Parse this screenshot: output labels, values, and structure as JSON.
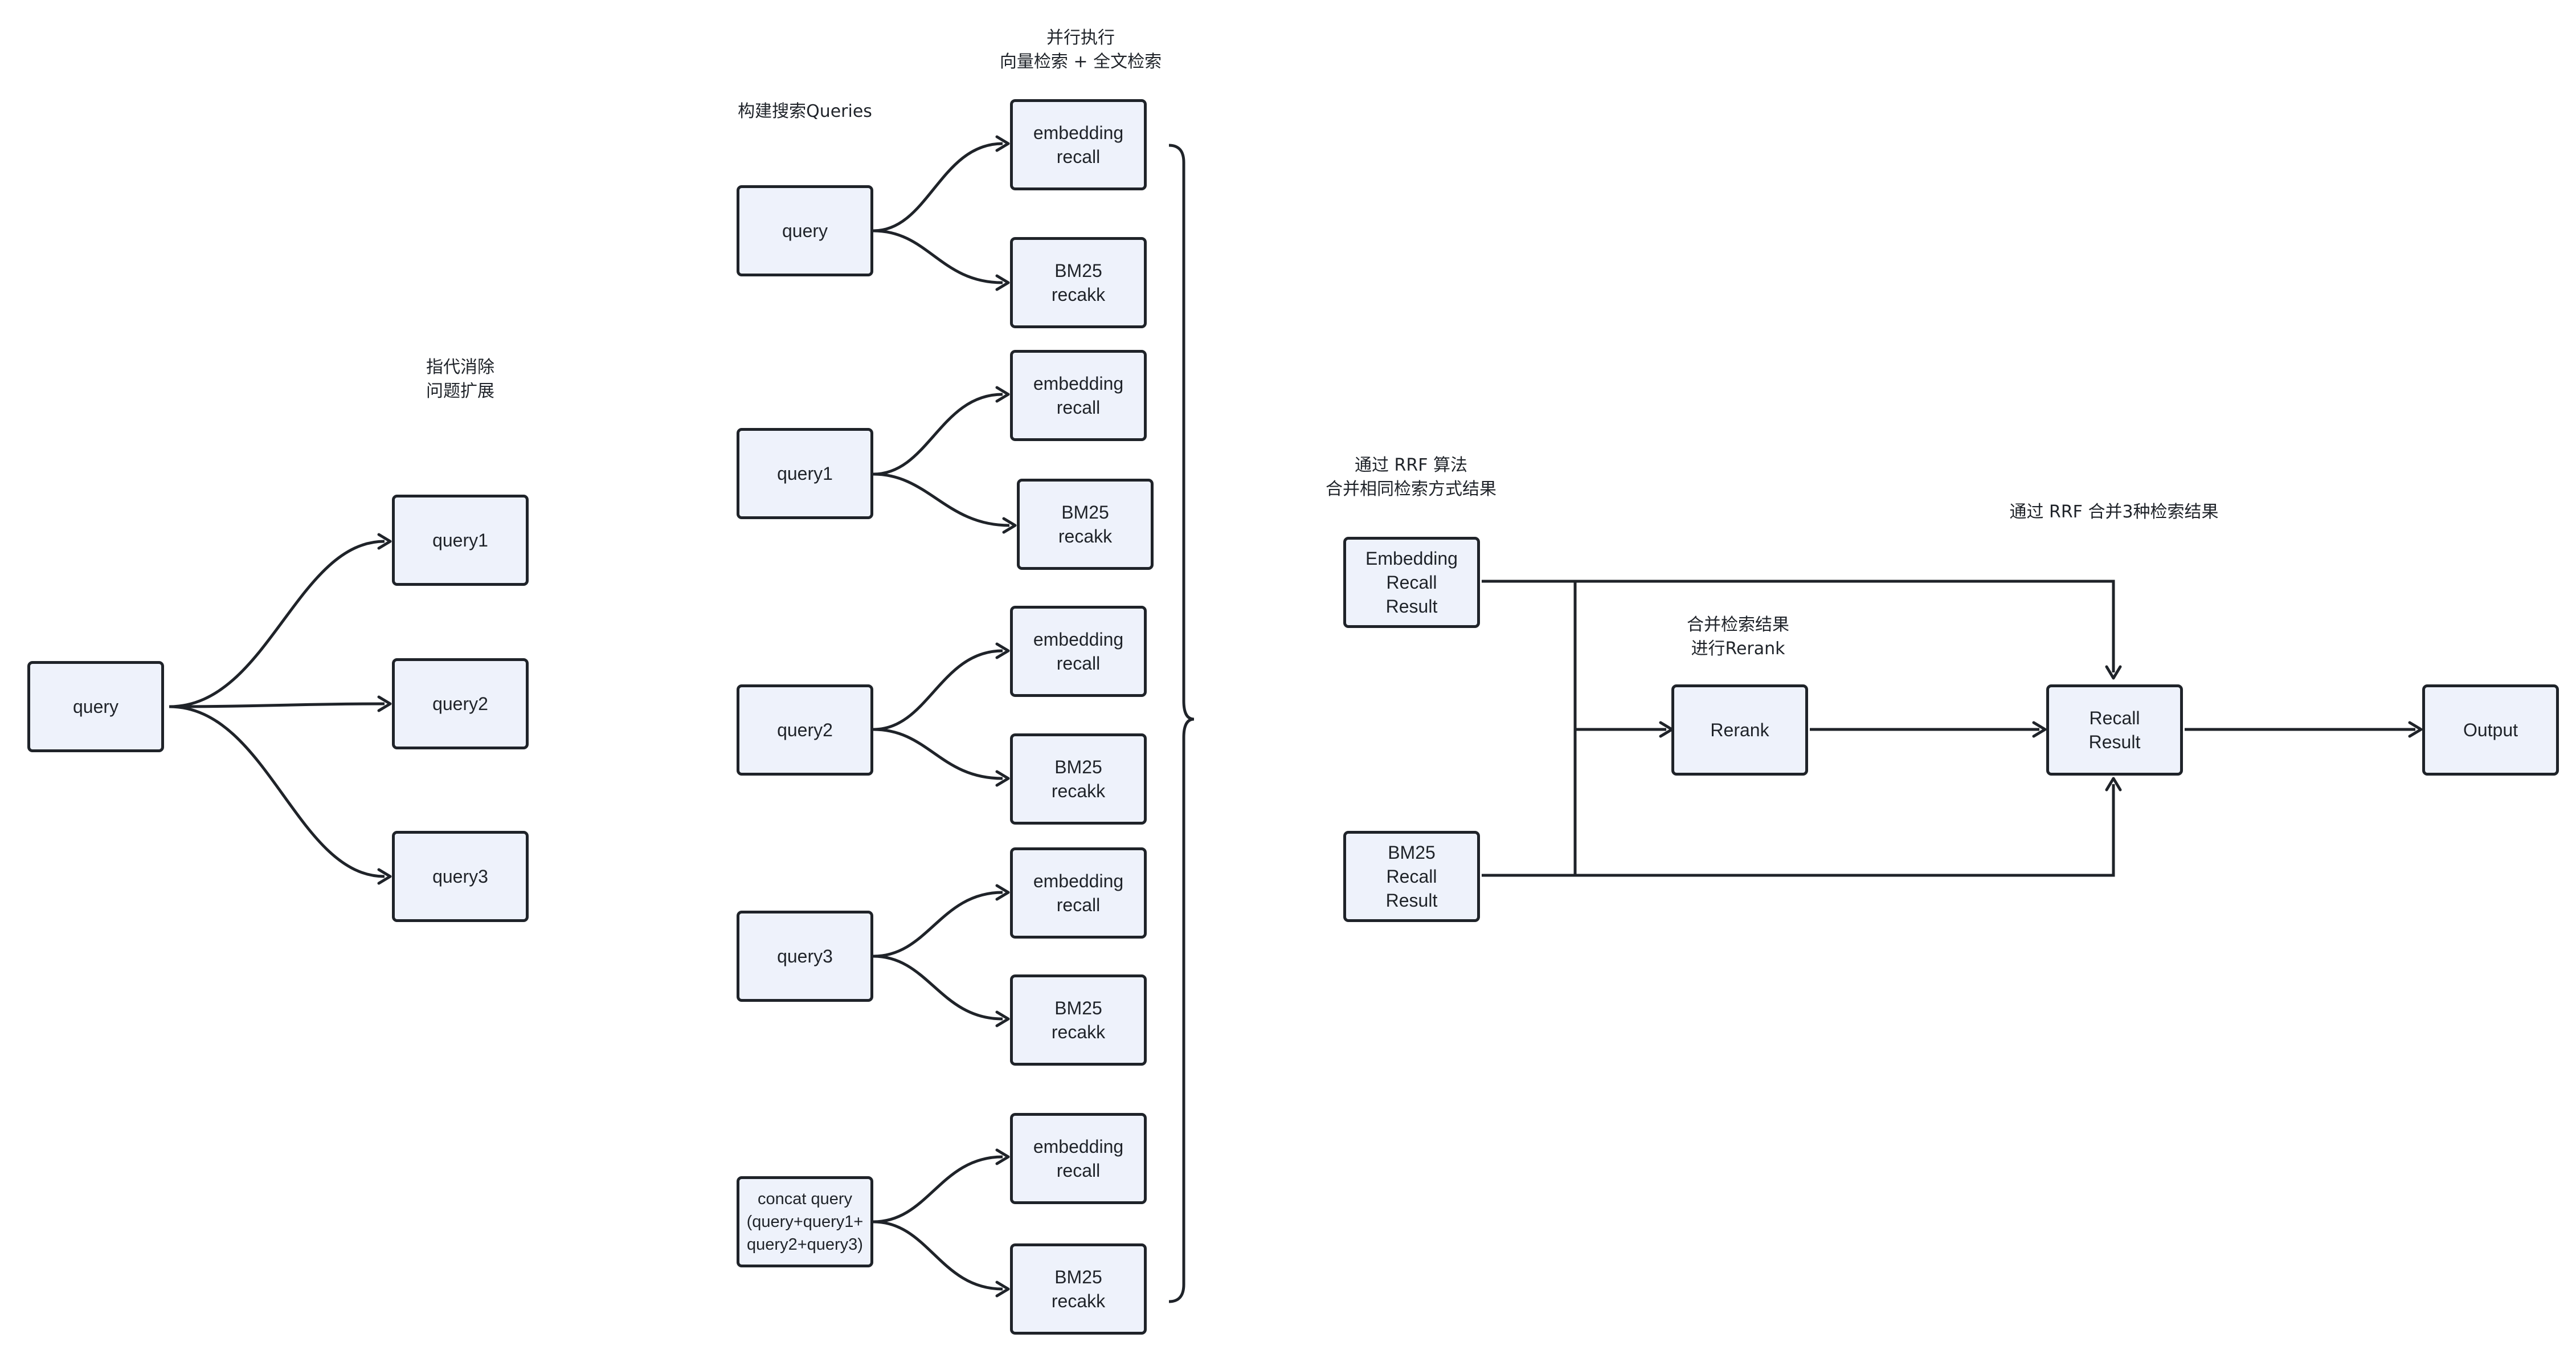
{
  "labels": {
    "coref": "指代消除\n问题扩展",
    "build": "构建搜索Queries",
    "parallel": "并行执行\n向量检索 + 全文检索",
    "rrf_same": "通过 RRF 算法\n合并相同检索方式结果",
    "merge_rerank": "合并检索结果\n进行Rerank",
    "rrf_three": "通过 RRF 合并3种检索结果"
  },
  "stage1": {
    "query": "query",
    "query1": "query1",
    "query2": "query2",
    "query3": "query3"
  },
  "stage2": {
    "groups": [
      {
        "query": "query",
        "embedding": "embedding\nrecall",
        "bm25": "BM25\nrecakk"
      },
      {
        "query": "query1",
        "embedding": "embedding\nrecall",
        "bm25": "BM25\nrecakk"
      },
      {
        "query": "query2",
        "embedding": "embedding\nrecall",
        "bm25": "BM25\nrecakk"
      },
      {
        "query": "query3",
        "embedding": "embedding\nrecall",
        "bm25": "BM25\nrecakk"
      },
      {
        "query": "concat query\n(query+query1+\nquery2+query3)",
        "embedding": "embedding\nrecall",
        "bm25": "BM25\nrecakk"
      }
    ]
  },
  "stage3": {
    "embedding_result": "Embedding\nRecall\nResult",
    "bm25_result": "BM25\nRecall\nResult",
    "rerank": "Rerank",
    "recall_result": "Recall\nResult",
    "output": "Output"
  },
  "colors": {
    "node_fill": "#eef2fb",
    "stroke": "#1f2329",
    "text": "#1f2329",
    "background": "#ffffff"
  }
}
